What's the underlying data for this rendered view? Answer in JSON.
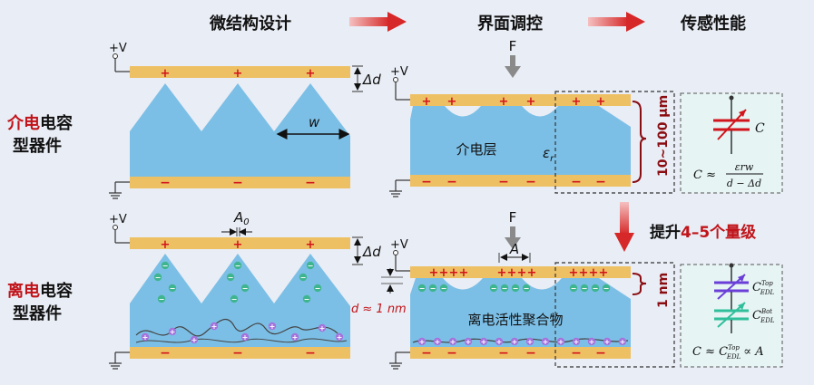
{
  "headers": {
    "design": "微结构设计",
    "interface": "界面调控",
    "performance": "传感性能"
  },
  "row_labels": {
    "dielectric": {
      "highlight": "介电",
      "rest": "电容",
      "line2": "型器件"
    },
    "ionic": {
      "highlight": "离电",
      "rest": "电容",
      "line2": "型器件"
    }
  },
  "labels": {
    "plus_v": "+V",
    "force": "F",
    "delta_d": "Δd",
    "width_w": "w",
    "a0": "A",
    "a0_sub": "0",
    "area_a": "A",
    "d_approx": "d ≈ 1 nm",
    "dielectric_layer": "介电层",
    "eps_r": "ε",
    "eps_sub": "r",
    "thickness_dielectric": "10~100 μm",
    "thickness_ionic": "1 nm",
    "ionic_polymer": "离电活性聚合物",
    "improvement": {
      "prefix": "提升",
      "highlight": "4–5个量级"
    }
  },
  "signs": {
    "plus": "+",
    "minus": "−"
  },
  "formulas": {
    "cap_symbol": "C",
    "dielectric": {
      "lhs": "C ≈",
      "num": "εrw",
      "den": "d − Δd"
    },
    "edl_top": "C",
    "edl_top_sup": "Top",
    "edl_top_sub": "EDL",
    "edl_bot": "C",
    "edl_bot_sup": "Bot",
    "edl_bot_sub": "EDL",
    "ionic": {
      "lhs": "C ≈ C",
      "sup": "Top",
      "sub": "EDL",
      "rhs": "∝ A"
    }
  },
  "colors": {
    "electrode": "#eec064",
    "body": "#7cbfe6",
    "arrow": "#e03030",
    "ion_green": "#3fb58f",
    "ion_purple": "#a473dc",
    "card": "#e6f4f4"
  }
}
